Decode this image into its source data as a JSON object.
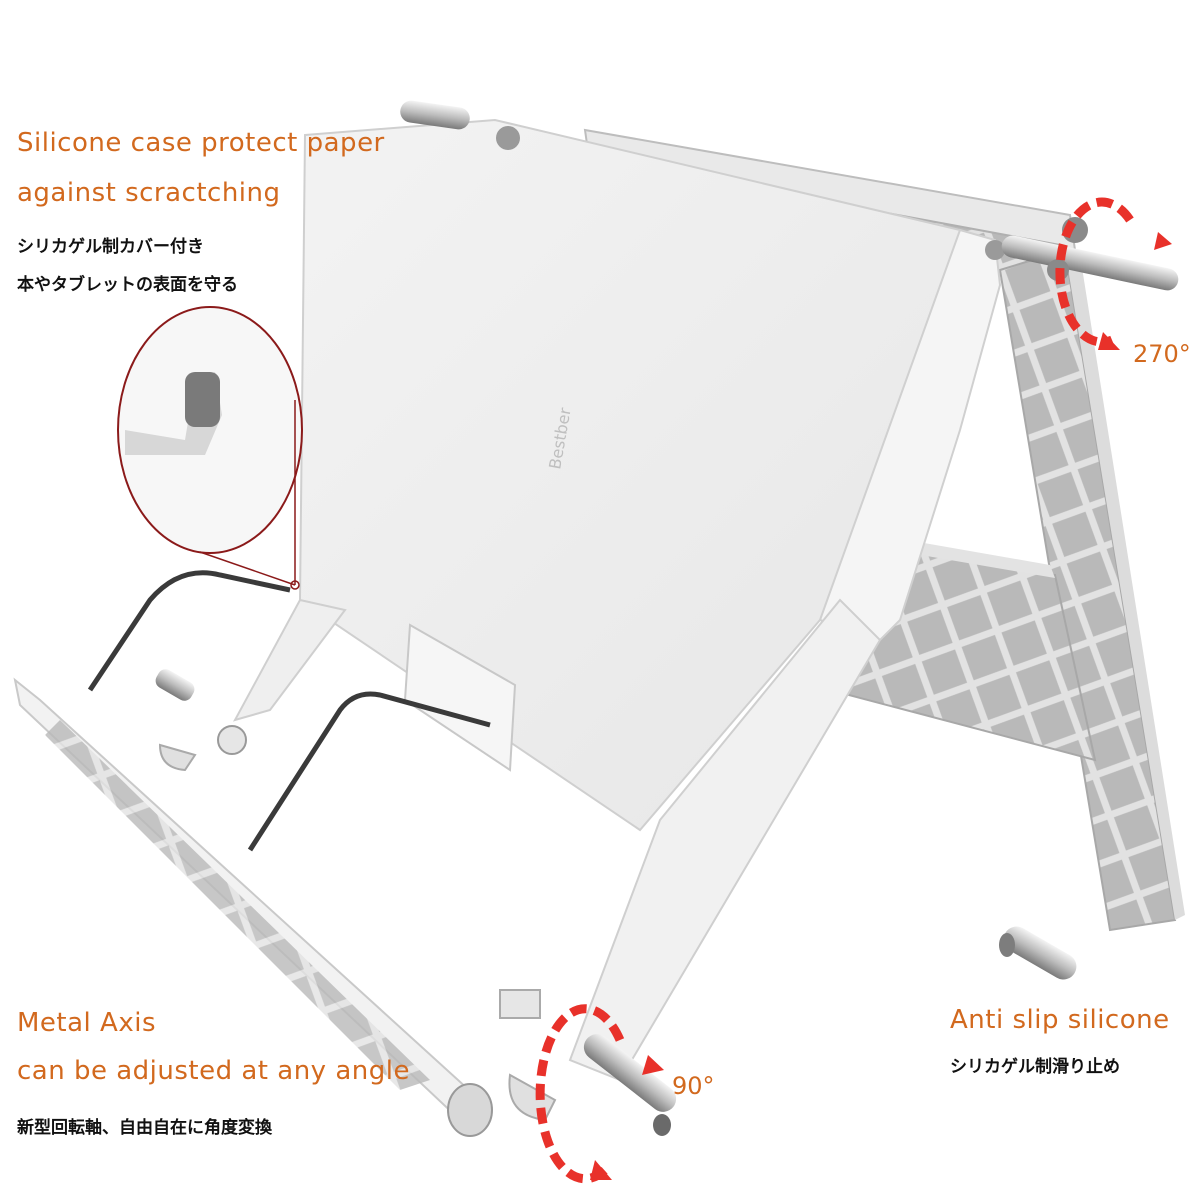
{
  "callouts": {
    "silicone_case": {
      "line1": "Silicone case protect paper",
      "line2": "against scractching",
      "jp1": "シリカゲル制カバー付き",
      "jp2": "本やタブレットの表面を守る"
    },
    "metal_axis": {
      "line1": "Metal Axis",
      "line2": "can be adjusted at any angle",
      "jp": "新型回転軸、自由自在に角度変換"
    },
    "anti_slip": {
      "line1": "Anti slip silicone",
      "jp": "シリカゲル制滑り止め"
    }
  },
  "angles": {
    "top": "270°",
    "bottom": "90°"
  },
  "product": {
    "brand_mark": "Bestber"
  },
  "colors": {
    "accent_text": "#d2691e",
    "arrow_red": "#e8312a",
    "plastic": "#ececec",
    "frame_grey": "#c4c4c4",
    "zoom_circle": "#8b1a1a"
  }
}
